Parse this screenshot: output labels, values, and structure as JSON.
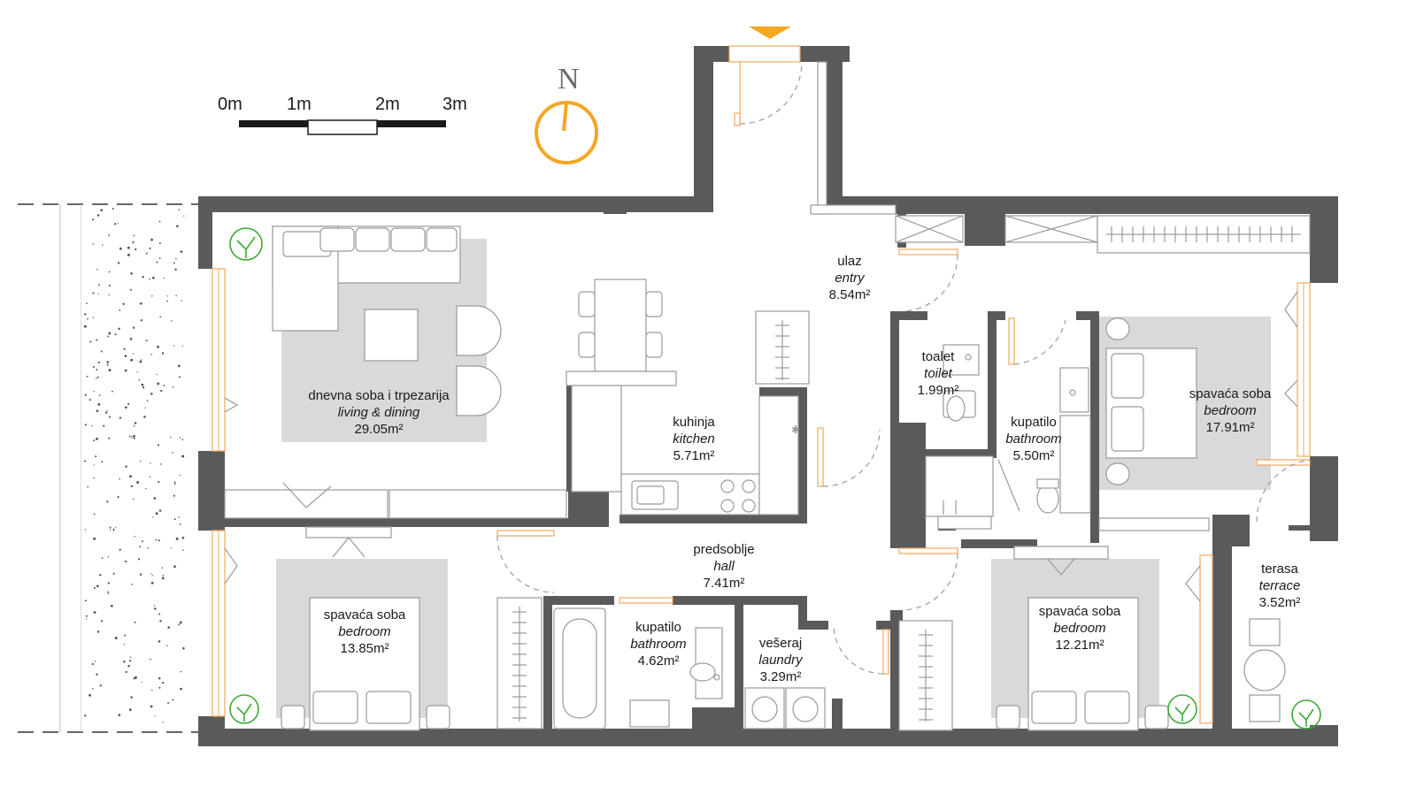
{
  "colors": {
    "wall": "#5a5a5a",
    "rug": "#d9d9d9",
    "accent": "#f5a623",
    "plant": "#3aaa35",
    "door": "#f5a65b"
  },
  "scale_bar": {
    "labels": [
      "0m",
      "1m",
      "2m",
      "3m"
    ]
  },
  "compass": {
    "label": "N",
    "icon": "north-compass-icon"
  },
  "rooms": {
    "living": {
      "local": "dnevna soba i trpezarija",
      "english": "living & dining",
      "area": "29.05m²"
    },
    "entry": {
      "local": "ulaz",
      "english": "entry",
      "area": "8.54m²"
    },
    "kitchen": {
      "local": "kuhinja",
      "english": "kitchen",
      "area": "5.71m²"
    },
    "toilet": {
      "local": "toalet",
      "english": "toilet",
      "area": "1.99m²"
    },
    "bath_master": {
      "local": "kupatilo",
      "english": "bathroom",
      "area": "5.50m²"
    },
    "bedroom_master": {
      "local": "spavaća soba",
      "english": "bedroom",
      "area": "17.91m²"
    },
    "hall": {
      "local": "predsoblje",
      "english": "hall",
      "area": "7.41m²"
    },
    "bedroom_left": {
      "local": "spavaća soba",
      "english": "bedroom",
      "area": "13.85m²"
    },
    "bath_small": {
      "local": "kupatilo",
      "english": "bathroom",
      "area": "4.62m²"
    },
    "laundry": {
      "local": "vešeraj",
      "english": "laundry",
      "area": "3.29m²"
    },
    "bedroom_right": {
      "local": "spavaća soba",
      "english": "bedroom",
      "area": "12.21m²"
    },
    "terrace": {
      "local": "terasa",
      "english": "terrace",
      "area": "3.52m²"
    }
  }
}
